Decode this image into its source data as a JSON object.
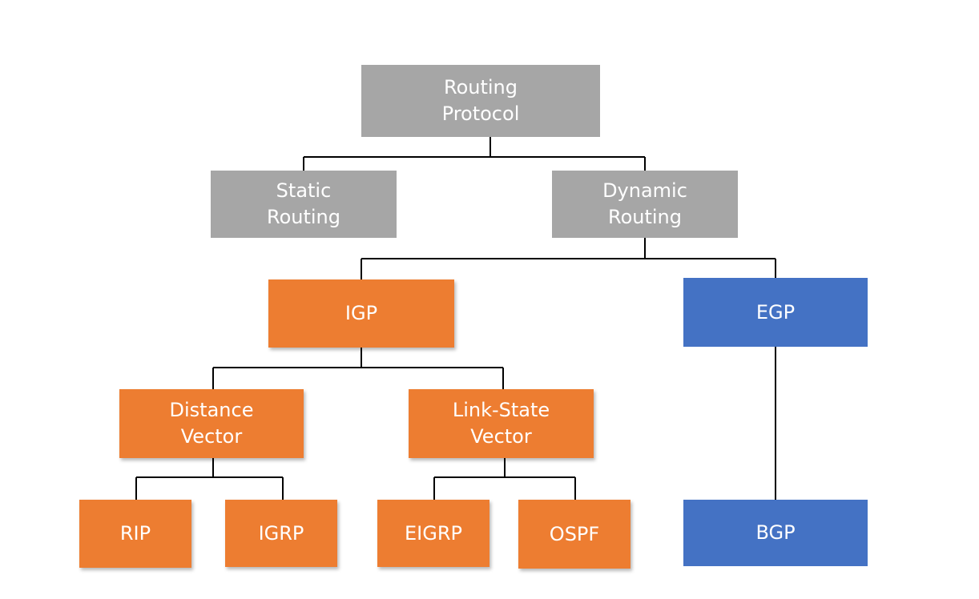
{
  "nodes": {
    "routing_protocol": "Routing\nProtocol",
    "static_routing": "Static\nRouting",
    "dynamic_routing": "Dynamic\nRouting",
    "igp": "IGP",
    "egp": "EGP",
    "distance_vector": "Distance\nVector",
    "link_state_vector": "Link-State\nVector",
    "rip": "RIP",
    "igrp": "IGRP",
    "eigrp": "EIGRP",
    "ospf": "OSPF",
    "bgp": "BGP"
  },
  "colors": {
    "gray": "#a6a6a6",
    "orange": "#ed7d31",
    "blue": "#4472c4",
    "connector": "#000000"
  }
}
